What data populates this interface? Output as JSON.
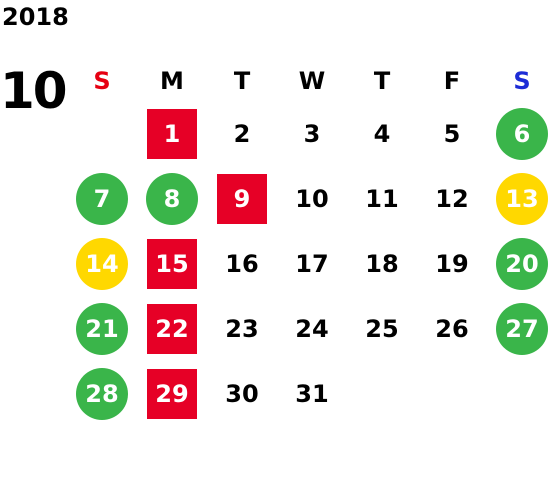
{
  "calendar": {
    "year": "2018",
    "month": "10",
    "weekdays": [
      {
        "label": "S",
        "color": "#e60012"
      },
      {
        "label": "M",
        "color": "#000000"
      },
      {
        "label": "T",
        "color": "#000000"
      },
      {
        "label": "W",
        "color": "#000000"
      },
      {
        "label": "T",
        "color": "#000000"
      },
      {
        "label": "F",
        "color": "#000000"
      },
      {
        "label": "S",
        "color": "#1d2cd6"
      }
    ],
    "legend_colors": {
      "green": "#3ab54a",
      "yellow": "#ffd800",
      "red": "#e60026"
    },
    "days": [
      {
        "day": "1",
        "row": 0,
        "col": 1,
        "mark": "red"
      },
      {
        "day": "2",
        "row": 0,
        "col": 2,
        "mark": ""
      },
      {
        "day": "3",
        "row": 0,
        "col": 3,
        "mark": ""
      },
      {
        "day": "4",
        "row": 0,
        "col": 4,
        "mark": ""
      },
      {
        "day": "5",
        "row": 0,
        "col": 5,
        "mark": ""
      },
      {
        "day": "6",
        "row": 0,
        "col": 6,
        "mark": "green"
      },
      {
        "day": "7",
        "row": 1,
        "col": 0,
        "mark": "green"
      },
      {
        "day": "8",
        "row": 1,
        "col": 1,
        "mark": "green"
      },
      {
        "day": "9",
        "row": 1,
        "col": 2,
        "mark": "red"
      },
      {
        "day": "10",
        "row": 1,
        "col": 3,
        "mark": ""
      },
      {
        "day": "11",
        "row": 1,
        "col": 4,
        "mark": ""
      },
      {
        "day": "12",
        "row": 1,
        "col": 5,
        "mark": ""
      },
      {
        "day": "13",
        "row": 1,
        "col": 6,
        "mark": "yellow"
      },
      {
        "day": "14",
        "row": 2,
        "col": 0,
        "mark": "yellow"
      },
      {
        "day": "15",
        "row": 2,
        "col": 1,
        "mark": "red"
      },
      {
        "day": "16",
        "row": 2,
        "col": 2,
        "mark": ""
      },
      {
        "day": "17",
        "row": 2,
        "col": 3,
        "mark": ""
      },
      {
        "day": "18",
        "row": 2,
        "col": 4,
        "mark": ""
      },
      {
        "day": "19",
        "row": 2,
        "col": 5,
        "mark": ""
      },
      {
        "day": "20",
        "row": 2,
        "col": 6,
        "mark": "green"
      },
      {
        "day": "21",
        "row": 3,
        "col": 0,
        "mark": "green"
      },
      {
        "day": "22",
        "row": 3,
        "col": 1,
        "mark": "red"
      },
      {
        "day": "23",
        "row": 3,
        "col": 2,
        "mark": ""
      },
      {
        "day": "24",
        "row": 3,
        "col": 3,
        "mark": ""
      },
      {
        "day": "25",
        "row": 3,
        "col": 4,
        "mark": ""
      },
      {
        "day": "26",
        "row": 3,
        "col": 5,
        "mark": ""
      },
      {
        "day": "27",
        "row": 3,
        "col": 6,
        "mark": "green"
      },
      {
        "day": "28",
        "row": 4,
        "col": 0,
        "mark": "green"
      },
      {
        "day": "29",
        "row": 4,
        "col": 1,
        "mark": "red"
      },
      {
        "day": "30",
        "row": 4,
        "col": 2,
        "mark": ""
      },
      {
        "day": "31",
        "row": 4,
        "col": 3,
        "mark": ""
      }
    ]
  }
}
